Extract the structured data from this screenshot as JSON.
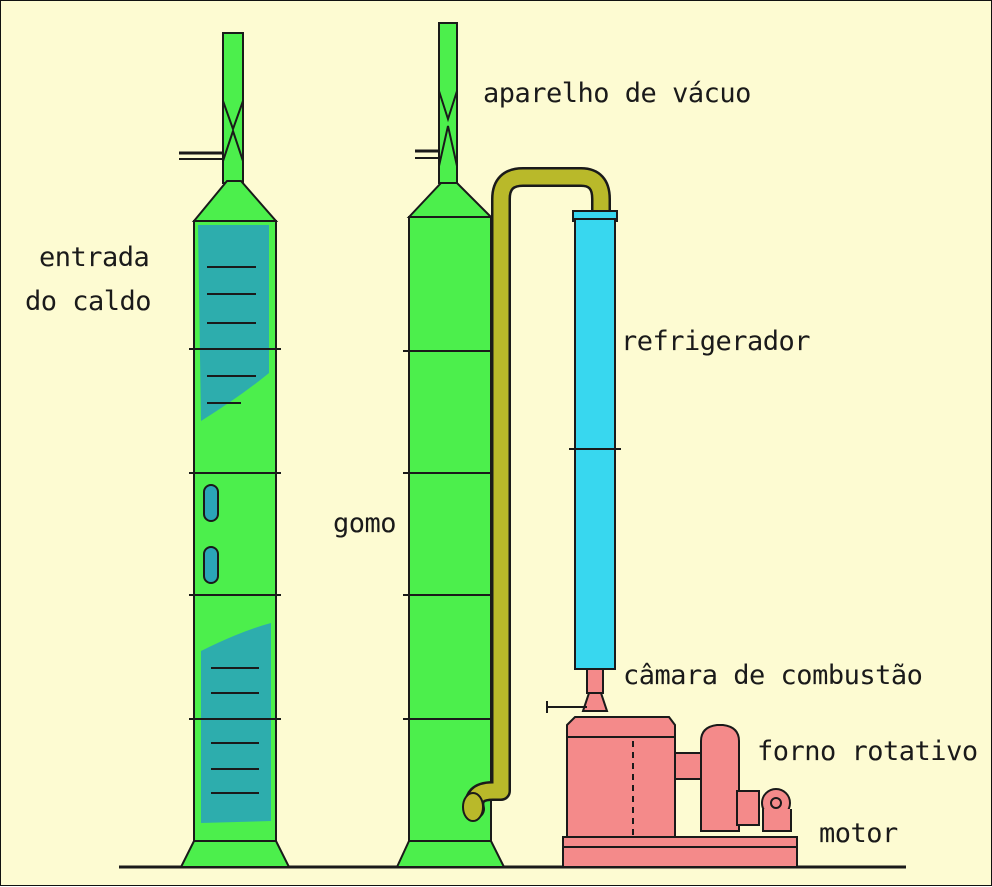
{
  "colors": {
    "background": "#fdfbd2",
    "column": "#4cef4c",
    "liquid": "#2aa5b8",
    "refrigerator": "#38d7ef",
    "pipe": "#b9b92a",
    "furnace": "#f48a8a",
    "outline": "#1a1a1a"
  },
  "labels": {
    "vacuum": "aparelho de vácuo",
    "inlet_line1": "entrada",
    "inlet_line2": "do caldo",
    "section": "gomo",
    "refrigerator": "refrigerador",
    "combustion_chamber": "câmara de combustão",
    "rotary_kiln": "forno rotativo",
    "motor": "motor"
  }
}
